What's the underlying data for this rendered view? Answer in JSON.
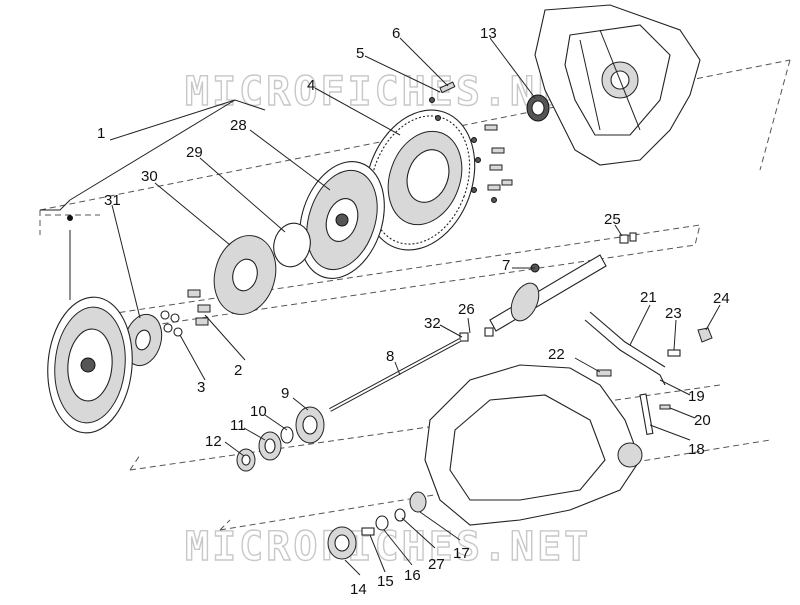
{
  "watermark": {
    "text": "MICROFICHES.NET"
  },
  "callouts": [
    "1",
    "2",
    "3",
    "4",
    "5",
    "6",
    "7",
    "8",
    "9",
    "10",
    "11",
    "12",
    "13",
    "14",
    "15",
    "16",
    "17",
    "18",
    "19",
    "20",
    "21",
    "22",
    "23",
    "24",
    "25",
    "26",
    "27",
    "28",
    "29",
    "30",
    "31",
    "32"
  ]
}
